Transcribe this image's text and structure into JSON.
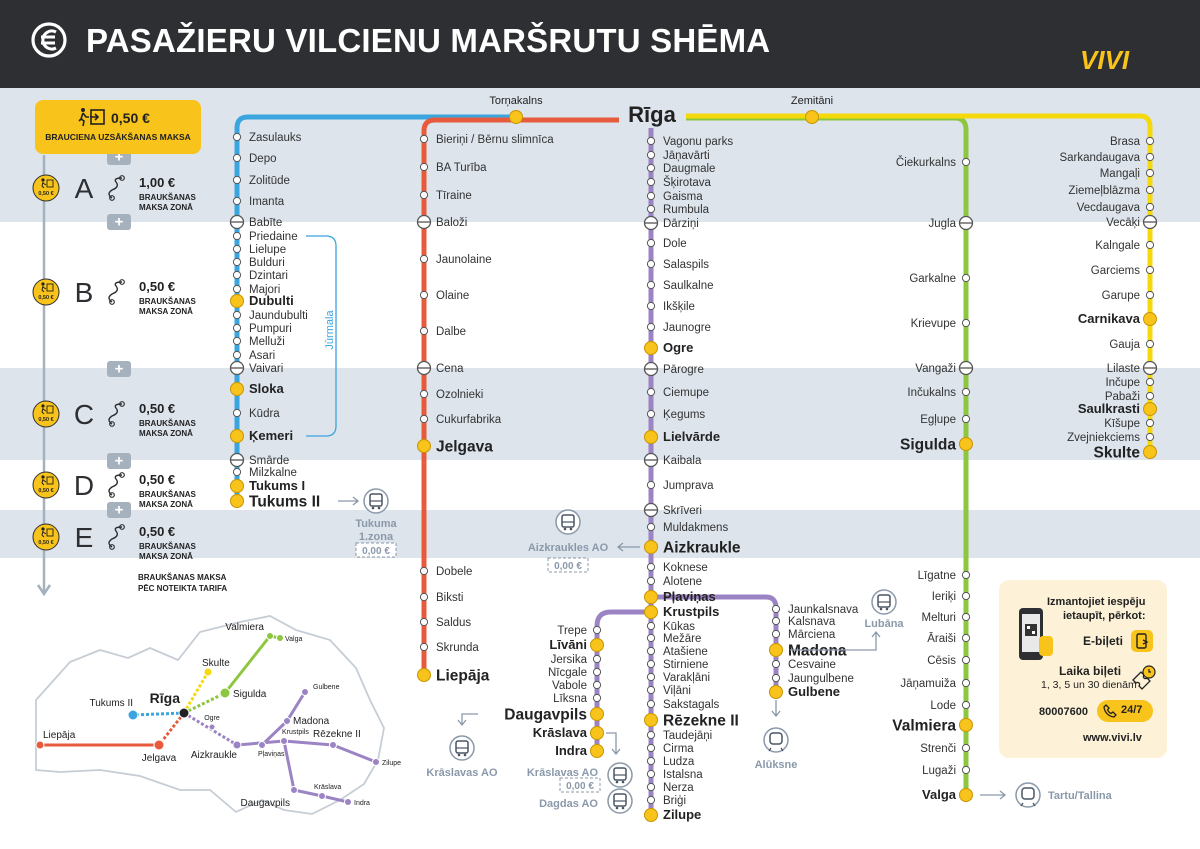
{
  "header": {
    "title": "PASAŽIERU VILCIENU MARŠRUTU SHĒMA",
    "logo": "VIVI",
    "bg_color": "#2d2f32",
    "icon": "euro-train-icon"
  },
  "fare_start": {
    "amount": "0,50 €",
    "label": "BRAUCIENA UZSĀKŠANAS MAKSA",
    "color": "#f8c31a"
  },
  "zones": [
    {
      "letter": "A",
      "amount": "1,00 €",
      "label1": "BRAUKŠANAS",
      "label2": "MAKSA ZONĀ"
    },
    {
      "letter": "B",
      "amount": "0,50 €",
      "label1": "BRAUKŠANAS",
      "label2": "MAKSA ZONĀ"
    },
    {
      "letter": "C",
      "amount": "0,50 €",
      "label1": "BRAUKŠANAS",
      "label2": "MAKSA ZONĀ"
    },
    {
      "letter": "D",
      "amount": "0,50 €",
      "label1": "BRAUKŠANAS",
      "label2": "MAKSA ZONĀ"
    },
    {
      "letter": "E",
      "amount": "0,50 €",
      "label1": "BRAUKŠANAS",
      "label2": "MAKSA ZONĀ"
    }
  ],
  "zone_coin": "0,50 €",
  "plus": "+",
  "tariff_note": [
    "BRAUKŠANAS MAKSA",
    "PĒC NOTEIKTA TARIFA"
  ],
  "hubs": {
    "riga": "Rīga",
    "tornakalns": "Torņakalns",
    "zemitani": "Zemitāni"
  },
  "jurmala_label": "Jūrmala",
  "lines": {
    "tukums": {
      "color": "#3ba5df",
      "stations": [
        "Zasulauks",
        "Depo",
        "Zolitūde",
        "Imanta",
        "Babīte",
        "Priedaine",
        "Lielupe",
        "Bulduri",
        "Dzintari",
        "Majori",
        "Dubulti",
        "Jaundubulti",
        "Pumpuri",
        "Melluži",
        "Asari",
        "Vaivari",
        "Sloka",
        "Kūdra",
        "Ķemeri",
        "Smārde",
        "Milzkalne",
        "Tukums I",
        "Tukums II"
      ]
    },
    "jelgava": {
      "color": "#e85a3c",
      "stations": [
        "Bieriņi / Bērnu slimnīca",
        "BA Turība",
        "Tīraine",
        "Baloži",
        "Jaunolaine",
        "Olaine",
        "Dalbe",
        "Cena",
        "Ozolnieki",
        "Cukurfabrika",
        "Jelgava",
        "Dobele",
        "Biksti",
        "Saldus",
        "Skrunda",
        "Liepāja"
      ]
    },
    "aizkraukle": {
      "color": "#9c84c4",
      "stations": [
        "Vagonu parks",
        "Jāņavārti",
        "Daugmale",
        "Šķirotava",
        "Gaisma",
        "Rumbula",
        "Dārziņi",
        "Dole",
        "Salaspils",
        "Saulkalne",
        "Ikšķile",
        "Jaunogre",
        "Ogre",
        "Pārogre",
        "Ciemupe",
        "Ķegums",
        "Lielvārde",
        "Kaibala",
        "Jumprava",
        "Skrīveri",
        "Muldakmens",
        "Aizkraukle",
        "Koknese",
        "Alotene",
        "Pļaviņas",
        "Krustpils",
        "Kūkas",
        "Mežāre",
        "Atašiene",
        "Stirniene",
        "Varakļāni",
        "Viļāni",
        "Sakstagals",
        "Rēzekne II",
        "Taudejāņi",
        "Cirma",
        "Ludza",
        "Istalsna",
        "Nerza",
        "Briģi",
        "Zilupe"
      ]
    },
    "daugavpils": {
      "stations": [
        "Trepe",
        "Līvāni",
        "Jersika",
        "Nīcgale",
        "Vabole",
        "Līksna",
        "Daugavpils",
        "Krāslava",
        "Indra"
      ]
    },
    "gulbene": {
      "stations": [
        "Jaunkalsnava",
        "Kalsnava",
        "Mārciena",
        "Madona",
        "Cesvaine",
        "Jaungulbene",
        "Gulbene"
      ]
    },
    "valga": {
      "color": "#8dc63f",
      "stations": [
        "Čiekurkalns",
        "Jugla",
        "Garkalne",
        "Krievupe",
        "Vangaži",
        "Inčukalns",
        "Egļupe",
        "Sigulda",
        "Līgatne",
        "Ieriķi",
        "Melturi",
        "Āraiši",
        "Cēsis",
        "Jāņamuiža",
        "Lode",
        "Valmiera",
        "Strenči",
        "Lugaži",
        "Valga"
      ]
    },
    "skulte": {
      "color": "#f5d90a",
      "stations": [
        "Brasa",
        "Sarkandaugava",
        "Mangaļi",
        "Ziemeļblāzma",
        "Vecdaugava",
        "Vecāķi",
        "Kalngale",
        "Garciems",
        "Garupe",
        "Carnikava",
        "Gauja",
        "Lilaste",
        "Inčupe",
        "Pabaži",
        "Saulkrasti",
        "Kīšupe",
        "Zvejniekciems",
        "Skulte"
      ]
    }
  },
  "buses": {
    "tukums": {
      "label1": "Tukuma",
      "label2": "1.zona",
      "fare": "0,00 €"
    },
    "aizkraukle": {
      "label": "Aizkraukles AO",
      "fare": "0,00 €"
    },
    "lubana": {
      "label": "Lubāna"
    },
    "aluksne": {
      "label": "Alūksne"
    },
    "kraslava_left": {
      "label": "Krāslavas AO"
    },
    "kraslava_right": {
      "label": "Krāslavas AO",
      "fare": "0,00 €"
    },
    "dagda": {
      "label": "Dagdas AO"
    },
    "tartu": {
      "label": "Tartu/Tallina"
    }
  },
  "info": {
    "title1": "Izmantojiet iespēju",
    "title2": "ietaupīt, pērkot:",
    "ebileti": "E-biļeti",
    "laika1": "Laika biļeti",
    "laika2": "1, 3, 5 un 30 dienām",
    "phone": "80007600",
    "hours": "24/7",
    "web": "www.vivi.lv"
  },
  "mini_map": {
    "cities": [
      "Rīga",
      "Valmiera",
      "Valga",
      "Skulte",
      "Sigulda",
      "Tukums II",
      "Liepāja",
      "Jelgava",
      "Ogre",
      "Aizkraukle",
      "Pļaviņas",
      "Krustpils",
      "Gulbene",
      "Madona",
      "Rēzekne II",
      "Zilupe",
      "Daugavpils",
      "Krāslava",
      "Indra"
    ]
  }
}
